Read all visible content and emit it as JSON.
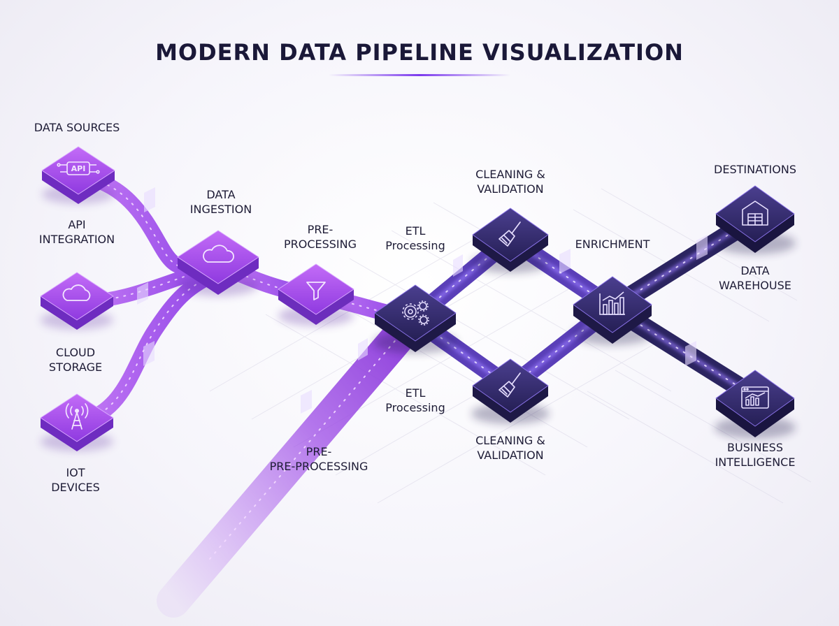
{
  "title": "MODERN DATA PIPELINE VISUALIZATION",
  "colors": {
    "violet": "#9b42e8",
    "indigo": "#2b2460",
    "accent": "#7c3aed",
    "text": "#1a1838"
  },
  "labels": {
    "data_sources": "DATA SOURCES",
    "api_l1": "API",
    "api_l2": "INTEGRATION",
    "cloud_l1": "CLOUD",
    "cloud_l2": "STORAGE",
    "iot_l1": "IOT",
    "iot_l2": "DEVICES",
    "ingestion_l1": "DATA",
    "ingestion_l2": "INGESTION",
    "pre_top_l1": "PRE-",
    "pre_top_l2": "PROCESSING",
    "etl_top_l1": "ETL",
    "etl_top_l2": "Processing",
    "etl_bot_l1": "ETL",
    "etl_bot_l2": "Processing",
    "pre_bot_l1": "PRE-",
    "pre_bot_l2": "PRE-PROCESSING",
    "clean_top_l1": "CLEANING &",
    "clean_top_l2": "VALIDATION",
    "clean_bot_l1": "CLEANING &",
    "clean_bot_l2": "VALIDATION",
    "enrichment": "ENRICHMENT",
    "destinations": "DESTINATIONS",
    "dw_l1": "DATA",
    "dw_l2": "WAREHOUSE",
    "bi_l1": "BUSINESS",
    "bi_l2": "INTELLIGENCE"
  },
  "icons": {
    "api": "api-chip-icon",
    "cloud_src": "cloud-icon",
    "iot": "antenna-tower-icon",
    "ingestion": "cloud-icon",
    "preprocessing": "funnel-icon",
    "etl": "gears-icon",
    "cleaning_top": "broom-icon",
    "cleaning_bottom": "broom-icon",
    "enrichment": "bar-chart-icon",
    "warehouse": "warehouse-icon",
    "bi": "dashboard-chart-icon"
  },
  "icon_text": {
    "api": "API"
  }
}
